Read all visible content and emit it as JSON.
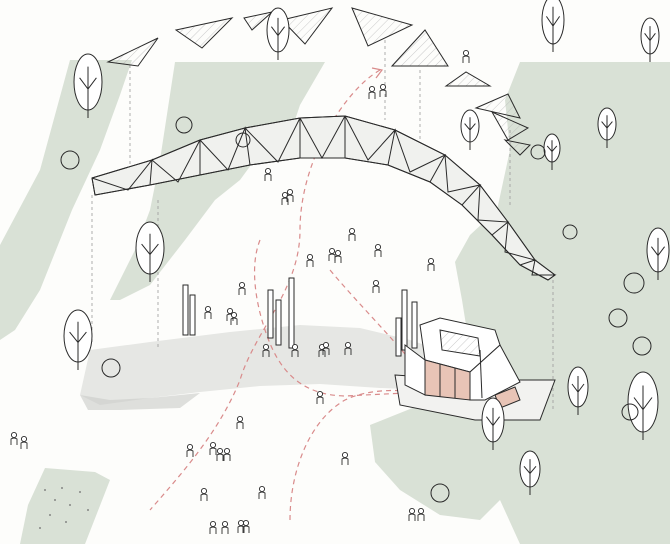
{
  "scene": {
    "kind": "axonometric park sketch",
    "elements": [
      "exploded-canopy-panels",
      "triangulated-canopy-truss",
      "pavilion-kiosk",
      "timber-posts",
      "trees",
      "visitors",
      "red-dashed-circulation-paths",
      "grey-dashed-projection-lines"
    ]
  },
  "colors": {
    "paper": "#fdfdfb",
    "lawn": "#d9e1d6",
    "shadow": "#c9ccc8",
    "plaza": "#e6e7e4",
    "ink": "#2a2a2a",
    "path": "#d98b8b",
    "projection": "#9a9a9a",
    "kiosk_panel": "#e8c4b6"
  }
}
